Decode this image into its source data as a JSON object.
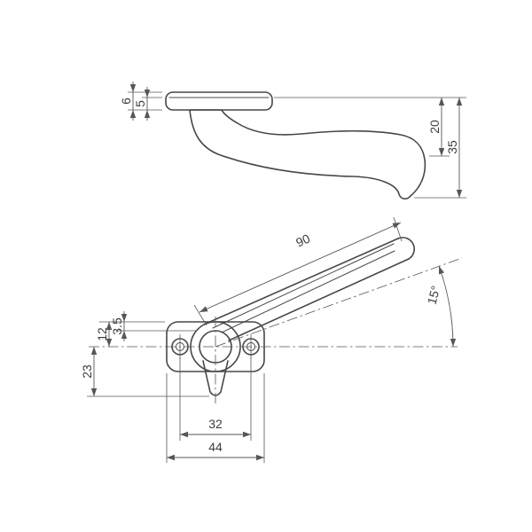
{
  "colors": {
    "line": "#474747",
    "dimension_line": "#565656",
    "text": "#3c3c3c",
    "background": "#ffffff"
  },
  "dimensions": {
    "side_view": {
      "plate_thickness": "6",
      "plate_step": "5",
      "drop_20": "20",
      "drop_35": "35"
    },
    "plan_view": {
      "lever_length": "90",
      "lever_angle": "15°",
      "edge_offset": "3.5",
      "hole_centerline": "12",
      "grip_extent": "23",
      "hole_spacing": "32",
      "base_width": "44"
    }
  }
}
